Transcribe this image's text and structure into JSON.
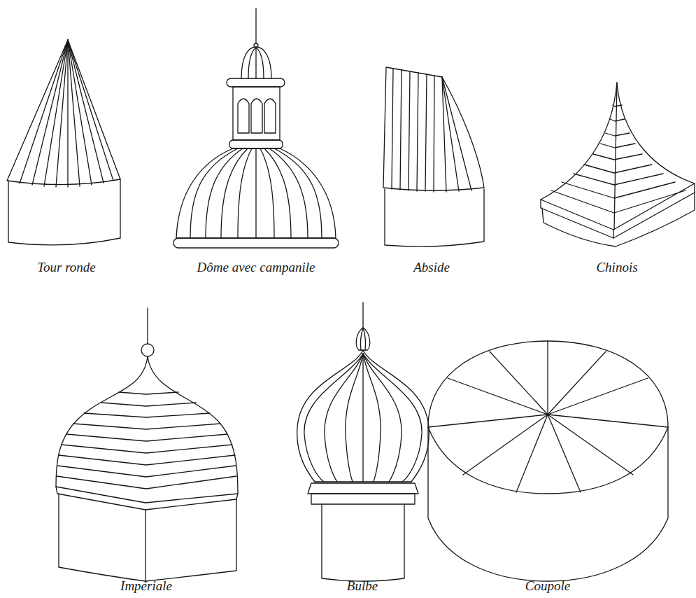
{
  "diagram": {
    "labels": [
      "Tour ronde",
      "Dôme avec campanile",
      "Abside",
      "Chinois",
      "Impériale",
      "Bulbe",
      "Coupole"
    ]
  }
}
